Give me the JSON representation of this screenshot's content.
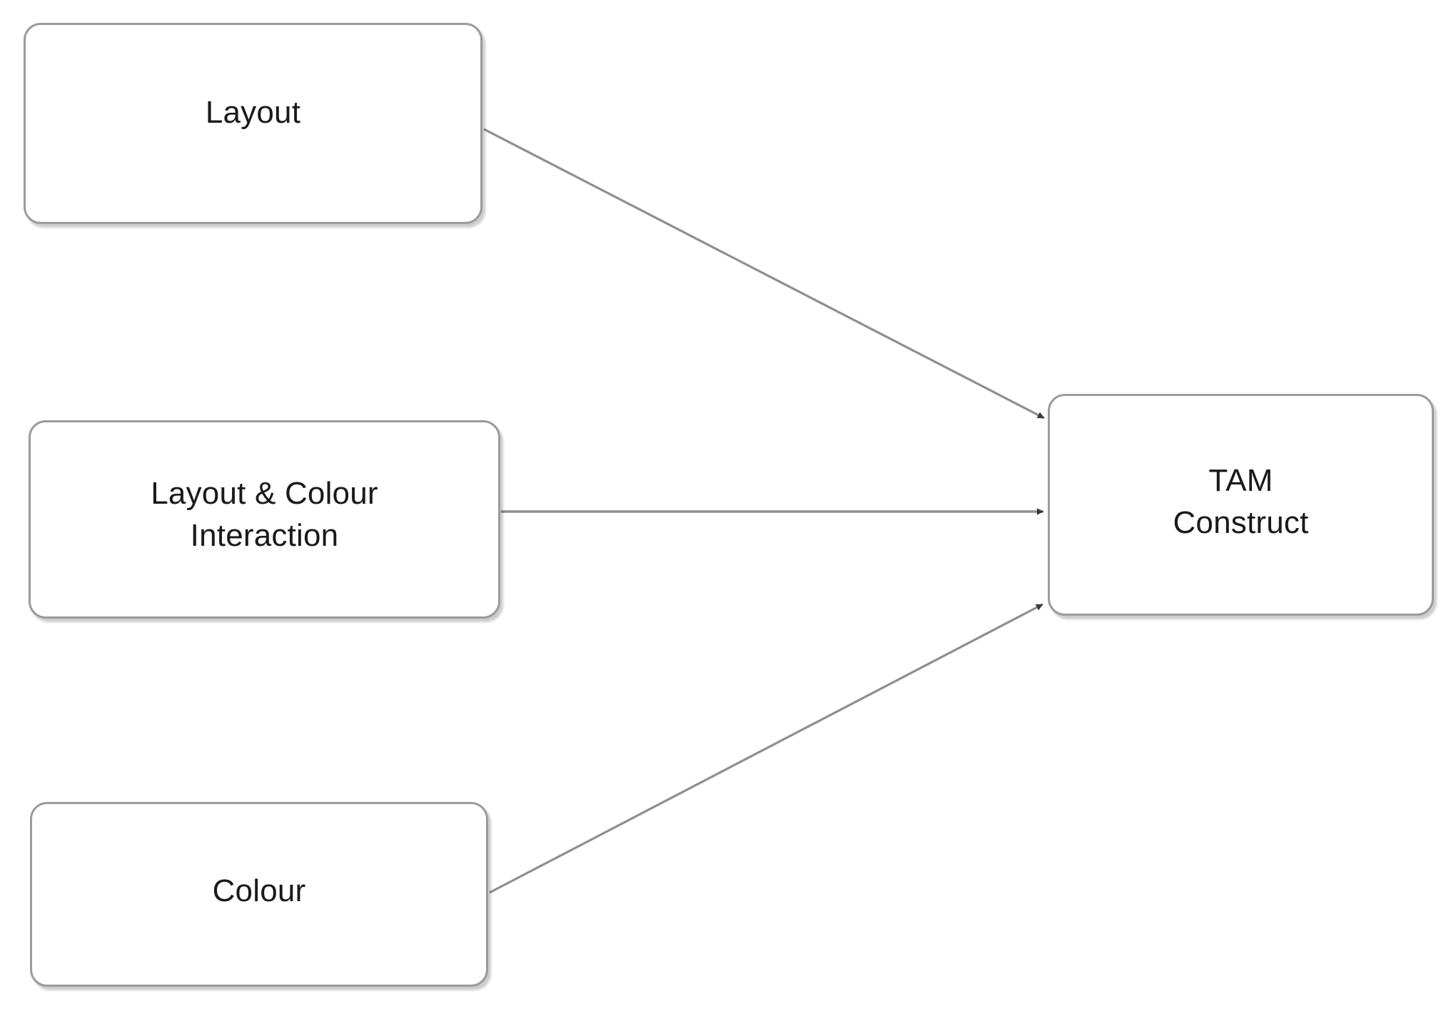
{
  "diagram": {
    "type": "conceptual-model-flow",
    "background_color": "#ffffff",
    "node_fill_color": "#ffffff",
    "node_border_color": "#9b9b9b",
    "node_text_color": "#1a1a1a",
    "edge_color": "#8c8c8c",
    "nodes": [
      {
        "id": "layout",
        "label": "Layout",
        "role": "independent-variable"
      },
      {
        "id": "interaction",
        "label": "Layout & Colour\nInteraction",
        "role": "interaction-variable"
      },
      {
        "id": "colour",
        "label": "Colour",
        "role": "independent-variable"
      },
      {
        "id": "tam",
        "label": "TAM\nConstruct",
        "role": "dependent-variable"
      }
    ],
    "edges": [
      {
        "id": "layout-to-tam",
        "from": "layout",
        "to": "tam",
        "arrowhead": "filled-triangle"
      },
      {
        "id": "interaction-to-tam",
        "from": "interaction",
        "to": "tam",
        "arrowhead": "filled-triangle"
      },
      {
        "id": "colour-to-tam",
        "from": "colour",
        "to": "tam",
        "arrowhead": "filled-triangle"
      }
    ]
  }
}
